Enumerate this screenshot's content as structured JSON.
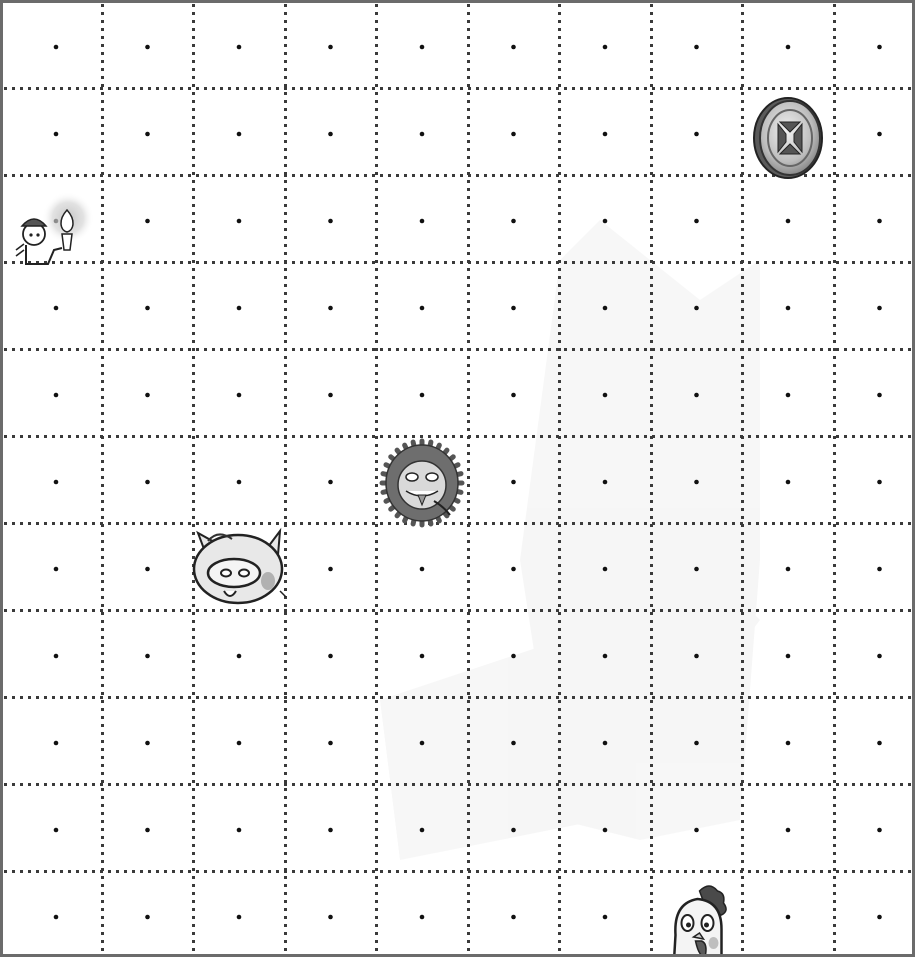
{
  "board": {
    "columns": 10,
    "rows": 11,
    "border_color": "#6b6b6b",
    "grid_line_color": "#3a3a3a",
    "dot_color": "#111111",
    "background": "#ffffff"
  },
  "pieces": [
    {
      "name": "torch-bearer-piece",
      "icon": "torch-bearer-icon",
      "row": 2,
      "col": 0
    },
    {
      "name": "coin-piece",
      "icon": "coin-icon",
      "row": 1,
      "col": 8
    },
    {
      "name": "lion-piece",
      "icon": "lion-icon",
      "row": 5,
      "col": 4
    },
    {
      "name": "pig-piece",
      "icon": "pig-icon",
      "row": 6,
      "col": 2
    },
    {
      "name": "rooster-piece",
      "icon": "rooster-icon",
      "row": 10,
      "col": 7
    }
  ]
}
